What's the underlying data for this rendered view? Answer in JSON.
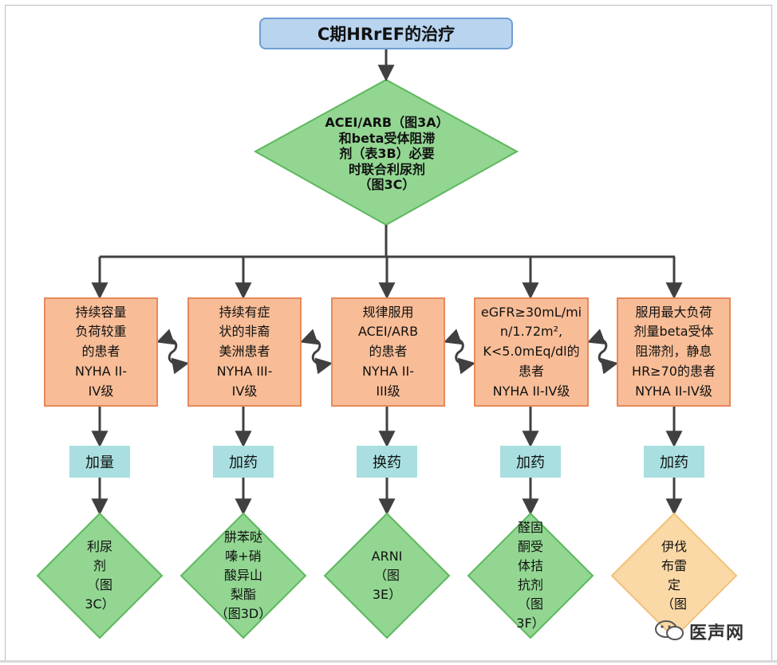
{
  "diagram": {
    "title": "C期HRrEF的治疗",
    "top_decision_lines": [
      "ACEI/ARB（图3A）",
      "和beta受体阻滞",
      "剂（表3B）必要",
      "时联合利尿剂",
      "（图3C）"
    ],
    "branches": [
      {
        "condition_lines": [
          "持续容量",
          "负荷较重",
          "的患者",
          "NYHA II-",
          "IV级"
        ],
        "action": "加量",
        "therapy_lines": [
          "利尿",
          "剂",
          "（图",
          "3C）"
        ]
      },
      {
        "condition_lines": [
          "持续有症",
          "状的非裔",
          "美洲患者",
          "NYHA III-",
          "IV级"
        ],
        "action": "加药",
        "therapy_lines": [
          "肼苯哒",
          "嗪+硝",
          "酸异山",
          "梨酯",
          "（图3D）"
        ]
      },
      {
        "condition_lines": [
          "规律服用",
          "ACEI/ARB",
          "的患者",
          "NYHA II-",
          "III级"
        ],
        "action": "换药",
        "therapy_lines": [
          "ARNI",
          "（图",
          "3E）"
        ]
      },
      {
        "condition_lines": [
          "eGFR≥30mL/mi",
          "n/1.72m²,",
          "K<5.0mEq/dl的",
          "患者",
          "NYHA II-IV级"
        ],
        "action": "加药",
        "therapy_lines": [
          "醛固",
          "酮受",
          "体拮",
          "抗剂",
          "（图",
          "3F）"
        ]
      },
      {
        "condition_lines": [
          "服用最大负荷",
          "剂量beta受体",
          "阻滞剂，静息",
          "HR≥70的患者",
          "NYHA II-IV级"
        ],
        "action": "加药",
        "therapy_lines": [
          "伊伐",
          "布雷",
          "定",
          "（图"
        ]
      }
    ]
  },
  "watermark": {
    "text": "医声网"
  },
  "colors": {
    "title_fill": "#b8d4ef",
    "title_border": "#6f9fd3",
    "decision_fill": "#92d692",
    "decision_border": "#5cb85c",
    "condition_fill": "#f8bd97",
    "condition_border": "#e6895a",
    "action_fill": "#a9dfe0",
    "therapy_fill": "#92d692",
    "last_therapy_fill": "#fbd9a6",
    "arrow": "#404040"
  }
}
